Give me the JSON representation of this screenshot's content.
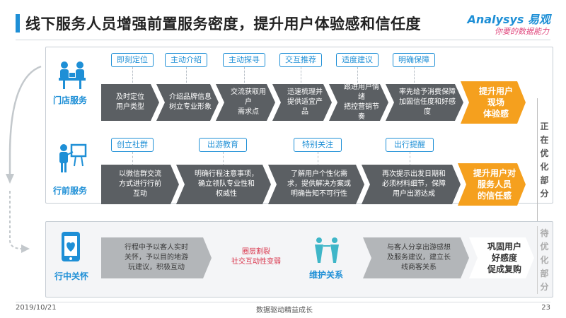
{
  "header": {
    "title": "线下服务人员增强前置服务密度，提升用户体验感和信任度",
    "logo_main": "Analysys 易观",
    "logo_sub": "你要的数据能力"
  },
  "sections": {
    "store": {
      "label": "门店服务",
      "tags": [
        "即刻定位",
        "主动介绍",
        "主动探寻",
        "交互推荐",
        "适度建议",
        "明确保障"
      ],
      "steps": [
        "及时定位\n用户类型",
        "介绍品牌信息\n树立专业形象",
        "交流获取用户\n需求点",
        "迅速梳理并\n提供适宜产品",
        "跟进用户情绪\n把控营销节奏",
        "率先给予消费保障\n加固信任度和好感度"
      ],
      "result": "提升用户\n现场\n体验感"
    },
    "pretrip": {
      "label": "行前服务",
      "tags": [
        "创立社群",
        "出游教育",
        "特别关注",
        "出行提醒"
      ],
      "steps": [
        "以微信群交流\n方式进行行前\n互动",
        "明确行程注意事项，\n确立领队专业性和\n权威性",
        "了解用户个性化需\n求，提供解决方案或\n明确告知不可行性",
        "再次提示出发日期和\n必须材料细节，保障\n用户出游达成"
      ],
      "result": "提升用户对\n服务人员\n的信任感"
    },
    "during": {
      "label": "行中关怀",
      "steps": [
        "行程中予以客人实时\n关怀，予以目的地游\n玩建议，积极互动",
        "与客人分享出游感想\n及服务建议，建立长\n线商客关系"
      ],
      "note_line1": "圈层割裂",
      "note_line2": "社交互动性变弱",
      "maintain": "维护关系",
      "result": "巩固用户\n好感度\n促成复购"
    }
  },
  "side": {
    "active": [
      "正",
      "在",
      "优",
      "化",
      "部",
      "分"
    ],
    "pending": [
      "待",
      "优",
      "化",
      "部",
      "分"
    ]
  },
  "footer": {
    "date": "2019/10/21",
    "center": "数据驱动精益成长",
    "page": "23"
  },
  "colors": {
    "accent": "#1e8fd6",
    "result": "#f5a01e",
    "step": "#5b5f63",
    "step_pending": "#b3b6b9",
    "warning": "#d9334a"
  }
}
